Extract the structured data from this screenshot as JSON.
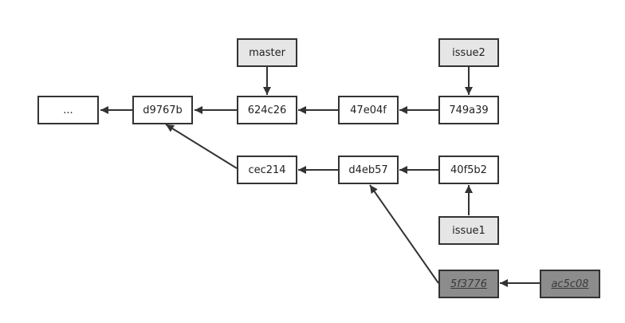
{
  "commits": {
    "ellipsis": "...",
    "d9767b": "d9767b",
    "c624c26": "624c26",
    "c47e04f": "47e04f",
    "c749a39": "749a39",
    "cec214": "cec214",
    "d4eb57": "d4eb57",
    "c40f5b2": "40f5b2",
    "c5f3776": "5f3776",
    "ac5c08": "ac5c08"
  },
  "refs": {
    "master": "master",
    "issue2": "issue2",
    "issue1": "issue1"
  },
  "colors": {
    "stroke": "#333333",
    "ref_fill": "#e6e6e6",
    "detached_fill": "#8c8c8c"
  }
}
